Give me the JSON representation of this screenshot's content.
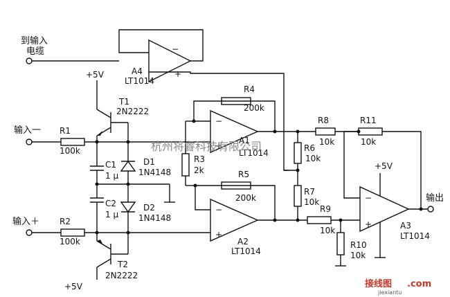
{
  "labels": {
    "cable": [
      "到输入",
      "电缆"
    ],
    "in_minus": "输入一",
    "in_plus": "输入＋",
    "out": "输出",
    "a4": [
      "A4",
      "LT1014"
    ],
    "a1": [
      "A1",
      "LT1014"
    ],
    "a2": [
      "A2",
      "LT1014"
    ],
    "a3": [
      "A3",
      "LT1014"
    ],
    "t1": [
      "T1",
      "2N2222"
    ],
    "t2": [
      "T2",
      "2N2222"
    ],
    "r1": [
      "R1",
      "100k"
    ],
    "r2": [
      "R2",
      "100k"
    ],
    "r3": [
      "R3",
      "2k"
    ],
    "r4": [
      "R4",
      "200k"
    ],
    "r5": [
      "R5",
      "200k"
    ],
    "r6": [
      "R6",
      "10k"
    ],
    "r7": [
      "R7",
      "10k"
    ],
    "r8": [
      "R8",
      "10k"
    ],
    "r9": [
      "R9",
      "10k"
    ],
    "r10": [
      "R10",
      "10k"
    ],
    "r11": [
      "R11",
      "10k"
    ],
    "c1": [
      "C1",
      "1 μ"
    ],
    "c2": [
      "C2",
      "1 μ"
    ],
    "d1": [
      "D1",
      "1N4148"
    ],
    "d2": [
      "D2",
      "1N4148"
    ],
    "vcc_top": "+5V",
    "vcc_bot": "+5V",
    "vcc_a3": "+5V",
    "minus": "−",
    "plus": "+"
  },
  "watermark": {
    "company": "杭州将睿科技有限公司",
    "site_cn": "接线图",
    "site_en": ".com",
    "site_url": "jiexiantu"
  }
}
